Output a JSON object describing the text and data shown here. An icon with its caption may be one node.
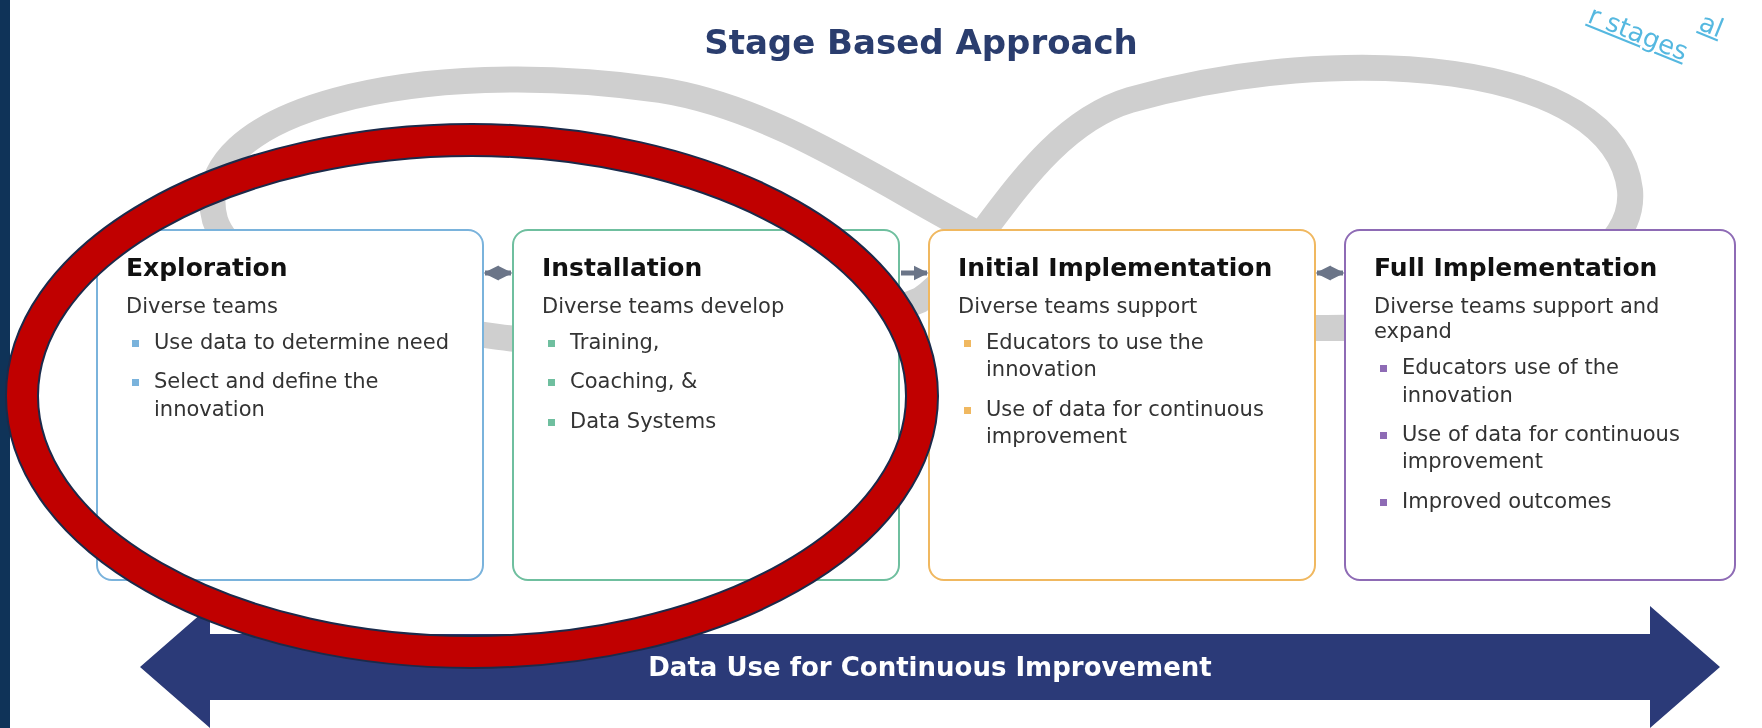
{
  "diagram": {
    "title": "Stage Based Approach",
    "nodes": [
      {
        "text": [
          "Exploration",
          "Diverse teams",
          "Use data to determine need",
          "Select and define the innovation"
        ]
      },
      {
        "text": [
          "Installation",
          "Diverse teams develop",
          "Training,",
          "Coaching, &",
          "Data Systems"
        ]
      },
      {
        "text": [
          "Initial Implementation",
          "Diverse teams support",
          "Educators to use the innovation",
          "Use of data for continuous improvement"
        ]
      },
      {
        "text": [
          "Full Implementation",
          "Diverse teams support and expand",
          "Educators use of the innovation",
          "Use of data for continuous improvement",
          "Improved outcomes"
        ]
      },
      {
        "text": [
          "Data Use for Continuous Improvement"
        ]
      }
    ],
    "edges": [
      {
        "from": 0,
        "to": 1,
        "arrow": "both"
      },
      {
        "from": 1,
        "to": 2,
        "arrow": "to"
      },
      {
        "from": 2,
        "to": 3,
        "arrow": "both"
      }
    ],
    "labels": [
      "al",
      "r stages"
    ]
  }
}
